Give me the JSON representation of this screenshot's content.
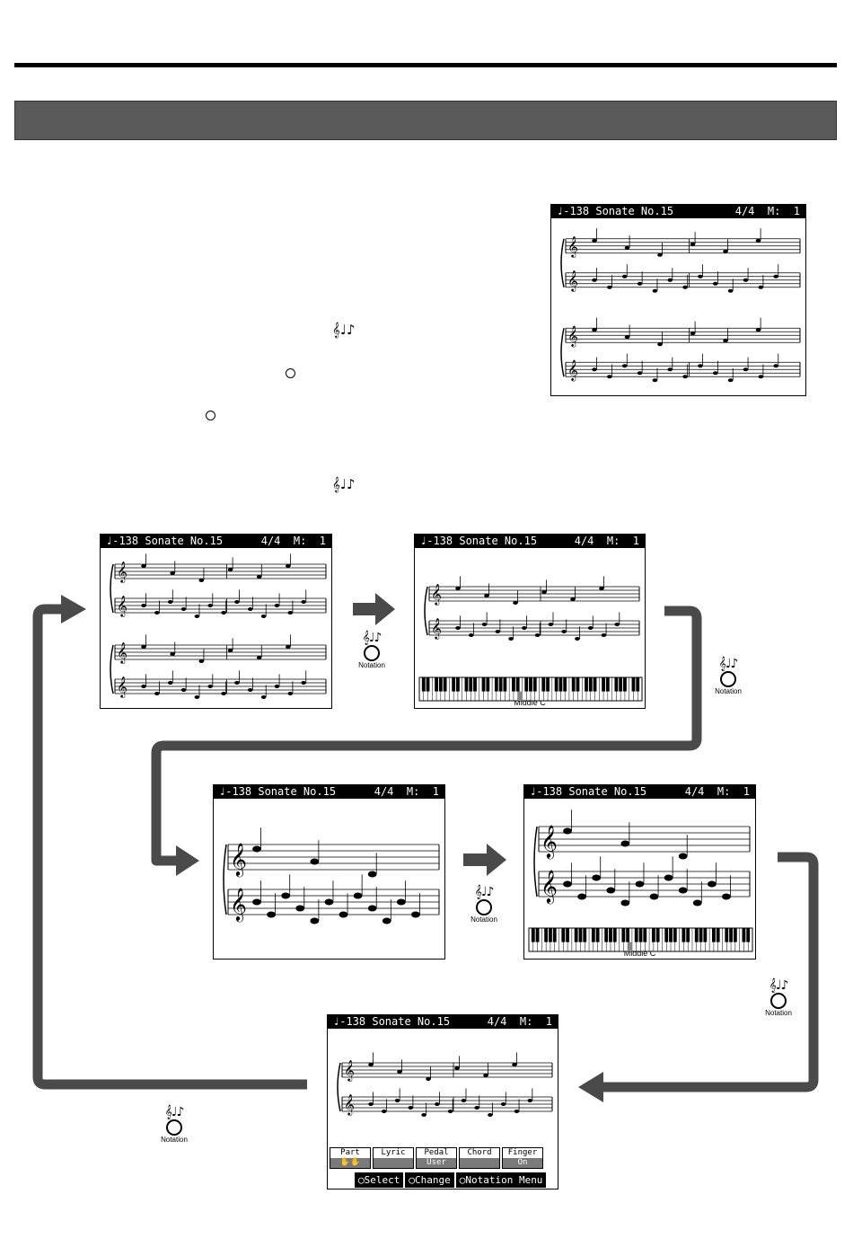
{
  "screen": {
    "tempo": "♩-138",
    "title": "Sonate No.15",
    "time_sig": "4/4",
    "measure": "M:  1",
    "keyboard_label": "Middle C"
  },
  "notation_button": {
    "glyph": "𝄞♩♪",
    "label": "Notation"
  },
  "menu": {
    "buttons": [
      {
        "title": "Part",
        "value": "✋✋"
      },
      {
        "title": "Lyric",
        "value": ""
      },
      {
        "title": "Pedal",
        "value": "User"
      },
      {
        "title": "Chord",
        "value": ""
      },
      {
        "title": "Finger",
        "value": "On"
      }
    ],
    "help": [
      "◯Select",
      "◯Change",
      "◯Notation Menu"
    ]
  }
}
